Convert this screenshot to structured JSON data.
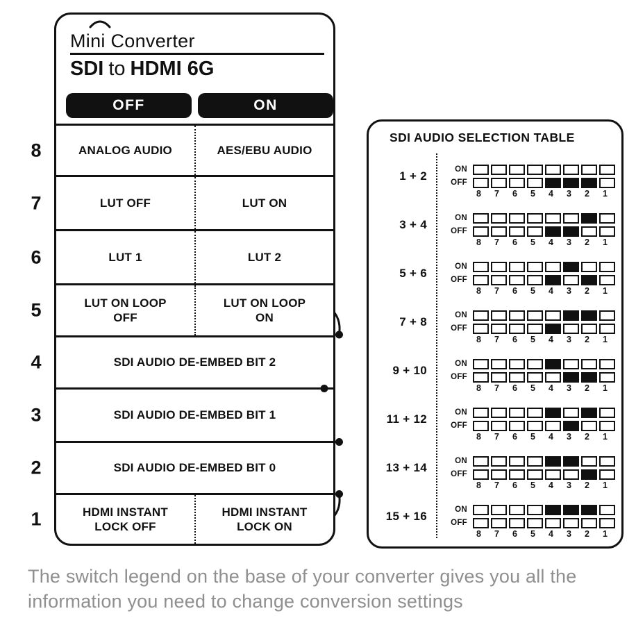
{
  "colors": {
    "ink": "#111111",
    "caption_gray": "#8f8f8f",
    "background": "#ffffff"
  },
  "device": {
    "title": "Mini Converter",
    "subtitle_sdi": "SDI",
    "subtitle_to": "to",
    "subtitle_hdmi": "HDMI 6G"
  },
  "legend": {
    "col_off": "OFF",
    "col_on": "ON",
    "rows": [
      {
        "num": 8,
        "off": "ANALOG AUDIO",
        "on": "AES/EBU AUDIO"
      },
      {
        "num": 7,
        "off": "LUT OFF",
        "on": "LUT ON"
      },
      {
        "num": 6,
        "off": "LUT 1",
        "on": "LUT 2"
      },
      {
        "num": 5,
        "off": "LUT ON LOOP OFF",
        "on": "LUT ON LOOP ON"
      },
      {
        "num": 4,
        "span": "SDI AUDIO DE-EMBED BIT 2"
      },
      {
        "num": 3,
        "span": "SDI AUDIO DE-EMBED BIT 1"
      },
      {
        "num": 2,
        "span": "SDI AUDIO DE-EMBED BIT 0"
      },
      {
        "num": 1,
        "off": "HDMI INSTANT LOCK OFF",
        "on": "HDMI INSTANT LOCK ON"
      }
    ]
  },
  "selection_table": {
    "title": "SDI AUDIO SELECTION TABLE",
    "on_label": "ON",
    "off_label": "OFF",
    "switch_numbers": [
      8,
      7,
      6,
      5,
      4,
      3,
      2,
      1
    ],
    "pairs": [
      {
        "label": "1 + 2",
        "on": [],
        "off": [
          4,
          3,
          2
        ]
      },
      {
        "label": "3 + 4",
        "on": [
          2
        ],
        "off": [
          4,
          3
        ]
      },
      {
        "label": "5 + 6",
        "on": [
          3
        ],
        "off": [
          4,
          2
        ]
      },
      {
        "label": "7 + 8",
        "on": [
          3,
          2
        ],
        "off": [
          4
        ]
      },
      {
        "label": "9 + 10",
        "on": [
          4
        ],
        "off": [
          3,
          2
        ]
      },
      {
        "label": "11 + 12",
        "on": [
          4,
          2
        ],
        "off": [
          3
        ]
      },
      {
        "label": "13 + 14",
        "on": [
          4,
          3
        ],
        "off": [
          2
        ]
      },
      {
        "label": "15 + 16",
        "on": [
          4,
          3,
          2
        ],
        "off": []
      }
    ]
  },
  "caption": {
    "line1": "The switch legend on the base of your converter gives you all the",
    "line2": "information you need to change conversion settings"
  }
}
